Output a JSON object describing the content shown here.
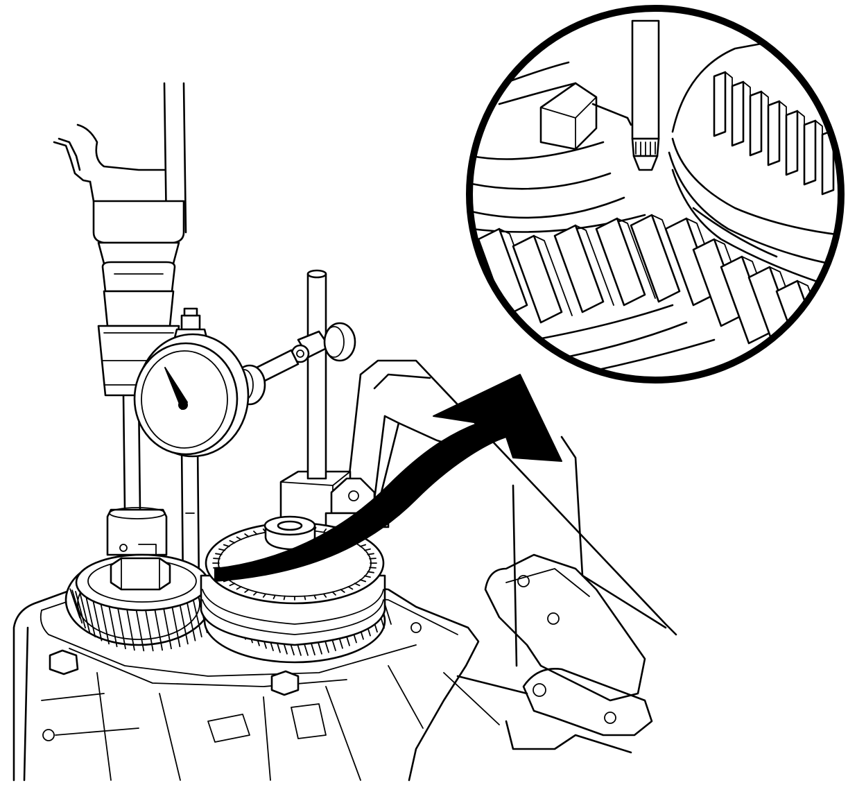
{
  "diagram": {
    "title": "",
    "colors": {
      "line": "#000000",
      "background": "#ffffff",
      "arrow": "#000000"
    },
    "components": [
      {
        "id": "housing",
        "icon": "transmission-housing"
      },
      {
        "id": "drive-spindle",
        "icon": "spindle-tool"
      },
      {
        "id": "dial-indicator",
        "icon": "dial-gauge"
      },
      {
        "id": "indicator-stand",
        "icon": "magnetic-base-stand"
      },
      {
        "id": "lower-gear",
        "icon": "helical-gear"
      },
      {
        "id": "synchronizer-gear",
        "icon": "synchronizer-assembly"
      },
      {
        "id": "holding-fixture",
        "icon": "fixture-bracket"
      },
      {
        "id": "detail-arrow",
        "icon": "curved-arrow"
      },
      {
        "id": "detail-inset",
        "icon": "magnified-view-circle"
      }
    ]
  }
}
